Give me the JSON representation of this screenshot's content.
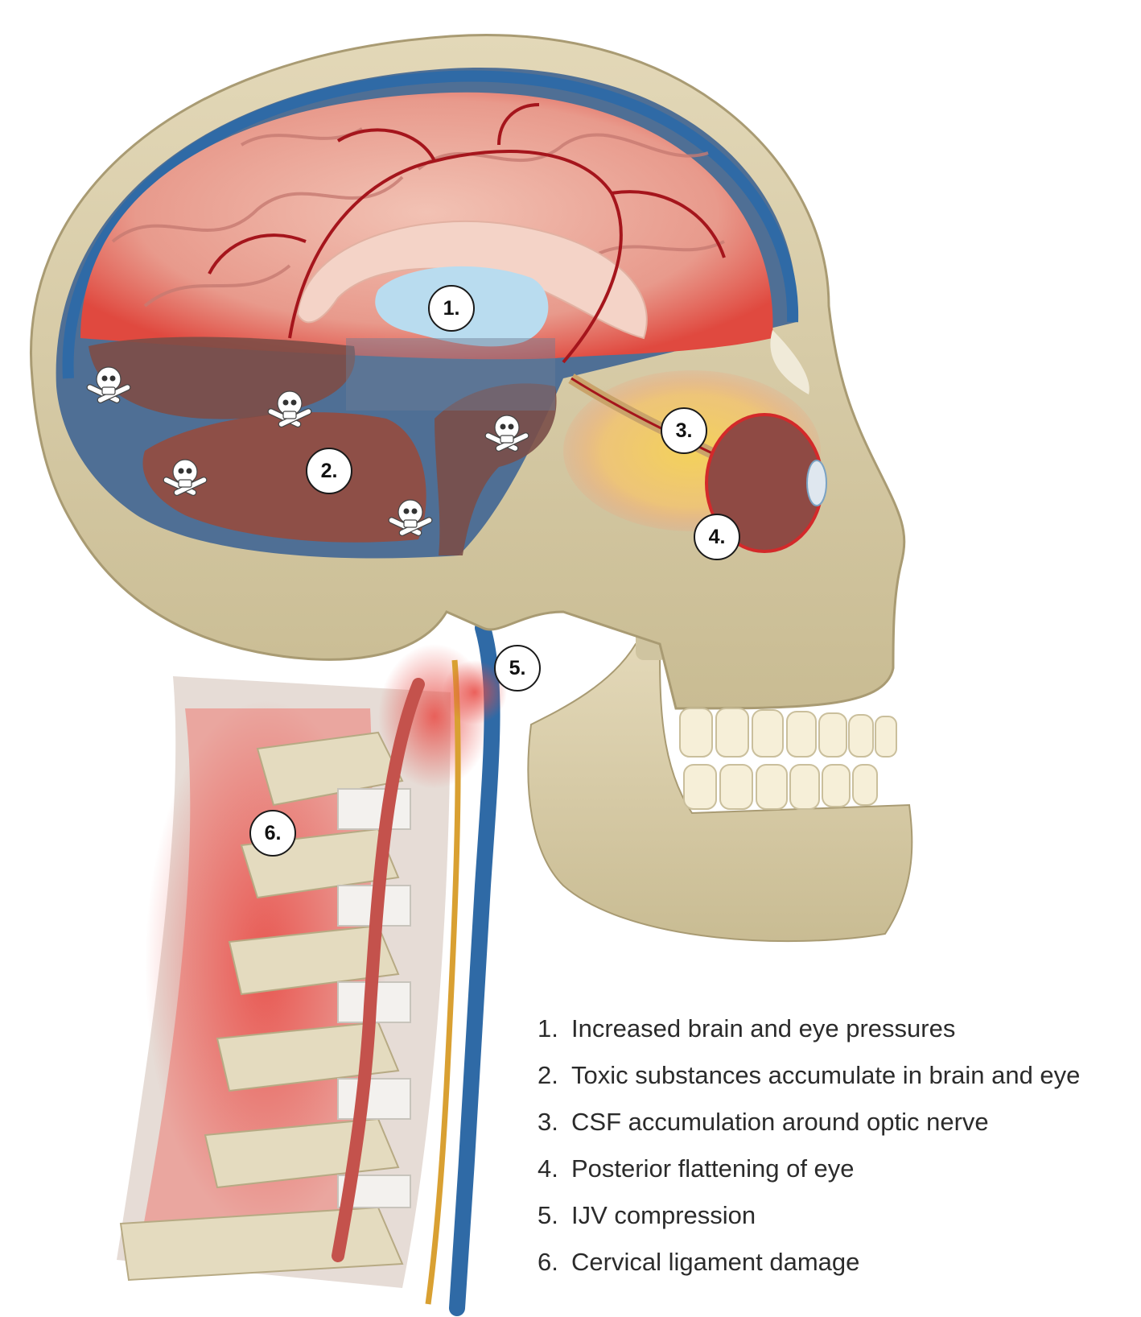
{
  "markers": [
    {
      "label": "1."
    },
    {
      "label": "2."
    },
    {
      "label": "3."
    },
    {
      "label": "4."
    },
    {
      "label": "5."
    },
    {
      "label": "6."
    }
  ],
  "legend": [
    {
      "number": "1.",
      "text": "Increased brain and eye pressures"
    },
    {
      "number": "2.",
      "text": "Toxic substances accumulate in brain and eye"
    },
    {
      "number": "3.",
      "text": "CSF accumulation around optic nerve"
    },
    {
      "number": "4.",
      "text": "Posterior flattening of eye"
    },
    {
      "number": "5.",
      "text": "IJV compression"
    },
    {
      "number": "6.",
      "text": "Cervical ligament damage"
    }
  ],
  "icons": [
    "skull-crossbones-icon"
  ],
  "colors": {
    "bone": "#d9cdaa",
    "brain": "#e8a59a",
    "vein": "#2f6aa6",
    "artery": "#a5151c",
    "nerve": "#d9a032",
    "background": "#ffffff"
  }
}
